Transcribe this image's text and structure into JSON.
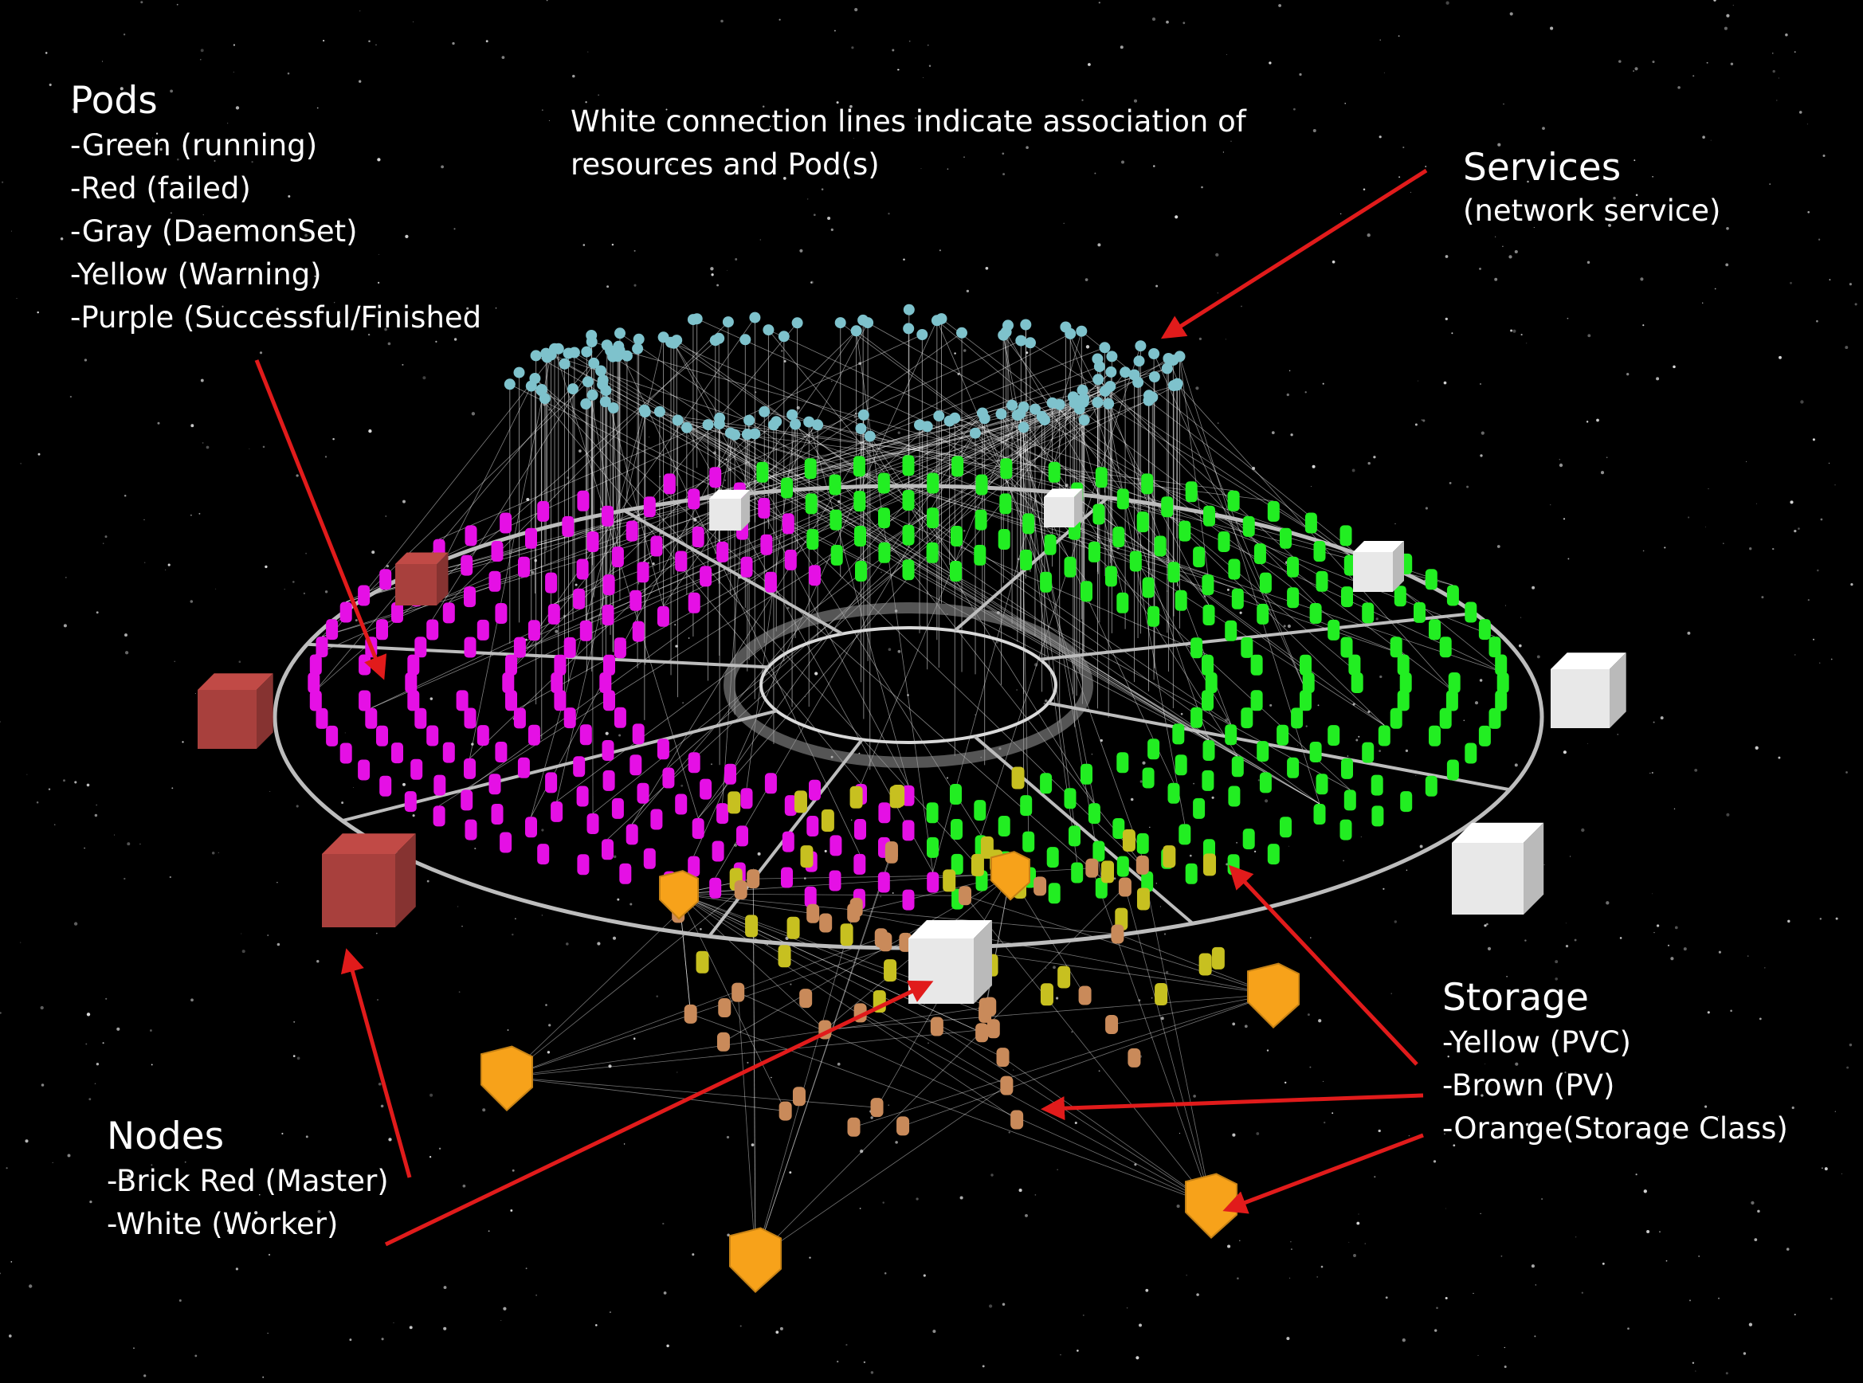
{
  "note": "White connection lines indicate association of resources and Pod(s)",
  "pods": {
    "title": "Pods",
    "items": [
      "-Green (running)",
      "-Red (failed)",
      "-Gray (DaemonSet)",
      "-Yellow (Warning)",
      "-Purple (Successful/Finished"
    ]
  },
  "services": {
    "title": "Services",
    "subtitle": "(network service)"
  },
  "storage": {
    "title": "Storage",
    "items": [
      "-Yellow (PVC)",
      "-Brown (PV)",
      "-Orange(Storage Class)"
    ]
  },
  "nodes": {
    "title": "Nodes",
    "items": [
      "-Brick Red (Master)",
      "-White (Worker)"
    ]
  },
  "colors": {
    "background": "#000000",
    "pod_running": "#22ee22",
    "pod_finished": "#e510e5",
    "pvc": "#c7c020",
    "pv": "#c98a5a",
    "storage_class": "#f7a21a",
    "service": "#7ec2cc",
    "master_node": "#a8403d",
    "worker_node": "#e8e8e8",
    "arrow": "#e11b1b",
    "ring": "#bdbdbd"
  }
}
